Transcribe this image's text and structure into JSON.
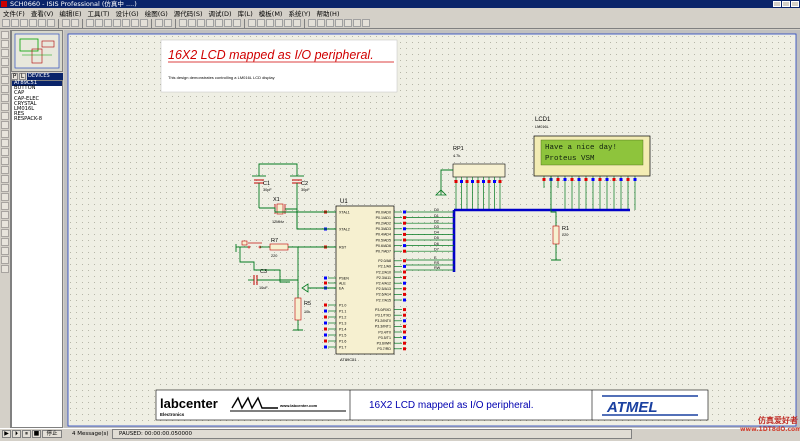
{
  "window": {
    "title": "SCH0660 - ISIS Professional (仿真中 ....)"
  },
  "menu": [
    "文件(F)",
    "查看(V)",
    "编辑(E)",
    "工具(T)",
    "设计(G)",
    "绘图(G)",
    "源代码(S)",
    "调试(D)",
    "库(L)",
    "模板(M)",
    "系统(Y)",
    "帮助(H)"
  ],
  "toolbar": {
    "icons": [
      "new-icon",
      "open-icon",
      "save-icon",
      "import-icon",
      "export-icon",
      "print-icon",
      "area-icon",
      "refresh-icon",
      "grid-icon",
      "origin-icon",
      "pan-icon",
      "zoom-in-icon",
      "zoom-out-icon",
      "zoom-all-icon",
      "zoom-area-icon",
      "undo-icon",
      "redo-icon",
      "cut-icon",
      "copy-icon",
      "paste-icon",
      "block-copy-icon",
      "block-move-icon",
      "block-rotate-icon",
      "block-delete-icon",
      "pick-device-icon",
      "make-device-icon",
      "pack-icon",
      "decompose-icon",
      "wire-autoroute-icon",
      "search-icon",
      "property-assign-icon",
      "new-sheet-icon",
      "remove-sheet-icon",
      "exit-sheet-icon",
      "bill-icon",
      "erc-icon",
      "netlist-icon"
    ]
  },
  "left_tools": [
    "select-icon",
    "component-icon",
    "junction-icon",
    "label-icon",
    "text-icon",
    "bus-icon",
    "subcircuit-icon",
    "terminal-icon",
    "pin-icon",
    "graph-icon",
    "tape-icon",
    "generator-icon",
    "probe-v-icon",
    "probe-i-icon",
    "instrument-icon",
    "line-icon",
    "box-icon",
    "circle-icon",
    "arc-icon",
    "path-icon",
    "text2-icon",
    "symbol-icon",
    "marker-icon",
    "rotate-cw-icon",
    "rotate-ccw-icon",
    "mirror-x-icon",
    "mirror-y-icon"
  ],
  "devices": {
    "header": "DEVICES",
    "items": [
      "AT89C51",
      "BUTTON",
      "CAP",
      "CAP-ELEC",
      "CRYSTAL",
      "LM016L",
      "RES",
      "RESPACK-8"
    ],
    "selected": 0
  },
  "schematic": {
    "banner_title": "16X2 LCD mapped as I/O peripheral.",
    "banner_desc": "This design demonstrates controlling a LM016L LCD display",
    "lcd_ref": "LCD1",
    "lcd_part": "LM016L",
    "lcd_line1": "Have a nice day!",
    "lcd_line2": "Proteus VSM",
    "rp_ref": "RP1",
    "rp_value": "4.7k",
    "r1_ref": "R1",
    "r1_value": "220",
    "c1_ref": "C1",
    "c1_value": "30pF",
    "c2_ref": "C2",
    "c2_value": "30pF",
    "x1_ref": "X1",
    "x1_value": "12MHz",
    "u1_ref": "U1",
    "u1_part": "AT89C51",
    "r7_ref": "R7",
    "r7_value": "220",
    "c3_ref": "C3",
    "c3_value": "10uF",
    "r5_ref": "R5",
    "r5_value": "10k",
    "u1_pins_left": [
      "XTAL1",
      "XTAL2",
      "RST",
      "PSEN",
      "ALE",
      "EA",
      "P1.0",
      "P1.1",
      "P1.2",
      "P1.3",
      "P1.4",
      "P1.5",
      "P1.6",
      "P1.7"
    ],
    "u1_pins_right": [
      "P0.0/AD0",
      "P0.1/AD1",
      "P0.2/AD2",
      "P0.3/AD3",
      "P0.4/AD4",
      "P0.5/AD5",
      "P0.6/AD6",
      "P0.7/AD7",
      "P2.0/A8",
      "P2.1/A9",
      "P2.2/A10",
      "P2.3/A11",
      "P2.4/A12",
      "P2.5/A13",
      "P2.6/A14",
      "P2.7/A15",
      "P3.0/RXD",
      "P3.1/TXD",
      "P3.2/INT0",
      "P3.3/INT1",
      "P3.4/T0",
      "P3.5/T1",
      "P3.6/WR",
      "P3.7/RD"
    ],
    "bus_labels": [
      "D0",
      "D1",
      "D2",
      "D3",
      "D4",
      "D5",
      "D6",
      "D7",
      "E",
      "RS",
      "RW"
    ],
    "logo_text": "labcenter",
    "logo_sub": "Electronics",
    "logo_url": "www.labcenter.com",
    "footer_title": "16X2 LCD mapped as I/O peripheral.",
    "atmel_logo": "ATMEL"
  },
  "status": {
    "messages": "4 Message(s)",
    "sim": "PAUSED: 00:00:00.050000",
    "stop_label": "停止"
  },
  "watermark": {
    "line1": "仿真爱好者",
    "line2": "www.1DT8dO.com"
  },
  "colors": {
    "wire": "#00781e",
    "bus": "#0000c8",
    "component": "#c00000",
    "text": "#0000b0",
    "lcd_screen": "#8ec43c",
    "pin_high": "#e00000",
    "pin_low": "#0000ff",
    "sheet": "#efefe4"
  }
}
